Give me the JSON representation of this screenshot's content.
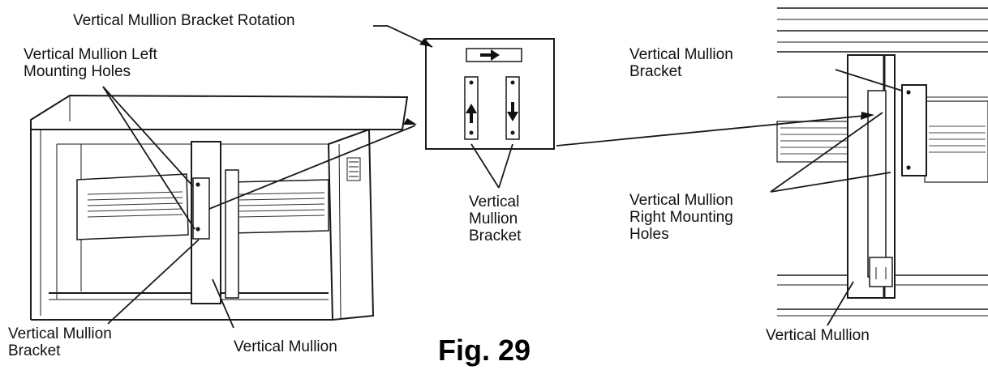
{
  "labels": {
    "bracket_rotation": "Vertical Mullion Bracket Rotation",
    "left_mounting_holes": "Vertical Mullion Left\nMounting Holes",
    "bracket_top_right": "Vertical Mullion\nBracket",
    "bracket_center": "Vertical\nMullion\nBracket",
    "right_mounting_holes": "Vertical Mullion\nRight Mounting\nHoles",
    "bracket_bottom_left": "Vertical Mullion\nBracket",
    "mullion_bottom_left": "Vertical Mullion",
    "mullion_bottom_right": "Vertical Mullion"
  },
  "figure": {
    "caption": "Fig. 29"
  },
  "colors": {
    "line": "#1a1a1a",
    "shade": "#cfcfcf",
    "paper": "#ffffff"
  },
  "icons": [
    "arrow-right-icon",
    "arrow-up-icon",
    "arrow-down-icon"
  ]
}
